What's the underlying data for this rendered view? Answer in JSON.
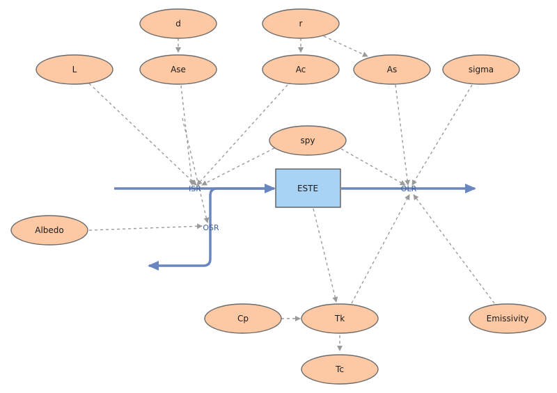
{
  "stock": {
    "label": "ESTE"
  },
  "flows": {
    "isr": "ISR",
    "osr": "OSR",
    "olr": "OLR"
  },
  "converters": {
    "d": "d",
    "r": "r",
    "L": "L",
    "Ase": "Ase",
    "Ac": "Ac",
    "As": "As",
    "sigma": "sigma",
    "spy": "spy",
    "Albedo": "Albedo",
    "Cp": "Cp",
    "Tk": "Tk",
    "Emissivity": "Emissivity",
    "Tc": "Tc"
  },
  "colors": {
    "converter_fill": "#fcc9a4",
    "converter_stroke": "#6b6b6b",
    "stock_fill": "#a9d3f5",
    "stock_stroke": "#5a5a5a",
    "flow": "#6a86c0",
    "link": "#9a9a9a"
  }
}
